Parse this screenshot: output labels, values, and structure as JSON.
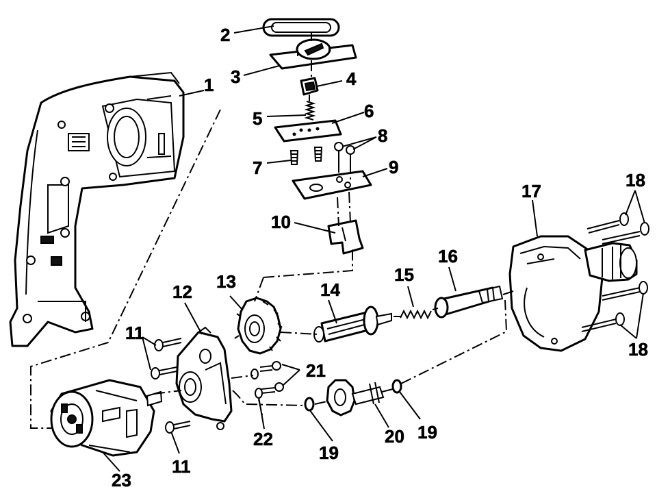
{
  "diagram": {
    "labels": [
      {
        "id": "p1",
        "text": "1"
      },
      {
        "id": "p2",
        "text": "2"
      },
      {
        "id": "p3",
        "text": "3"
      },
      {
        "id": "p4",
        "text": "4"
      },
      {
        "id": "p5",
        "text": "5"
      },
      {
        "id": "p6",
        "text": "6"
      },
      {
        "id": "p7",
        "text": "7"
      },
      {
        "id": "p8",
        "text": "8"
      },
      {
        "id": "p9",
        "text": "9"
      },
      {
        "id": "p10",
        "text": "10"
      },
      {
        "id": "p11a",
        "text": "11"
      },
      {
        "id": "p11b",
        "text": "11"
      },
      {
        "id": "p12",
        "text": "12"
      },
      {
        "id": "p13",
        "text": "13"
      },
      {
        "id": "p14",
        "text": "14"
      },
      {
        "id": "p15",
        "text": "15"
      },
      {
        "id": "p16",
        "text": "16"
      },
      {
        "id": "p17",
        "text": "17"
      },
      {
        "id": "p18a",
        "text": "18"
      },
      {
        "id": "p18b",
        "text": "18"
      },
      {
        "id": "p19a",
        "text": "19"
      },
      {
        "id": "p19b",
        "text": "19"
      },
      {
        "id": "p20",
        "text": "20"
      },
      {
        "id": "p21",
        "text": "21"
      },
      {
        "id": "p22",
        "text": "22"
      },
      {
        "id": "p23",
        "text": "23"
      }
    ]
  }
}
